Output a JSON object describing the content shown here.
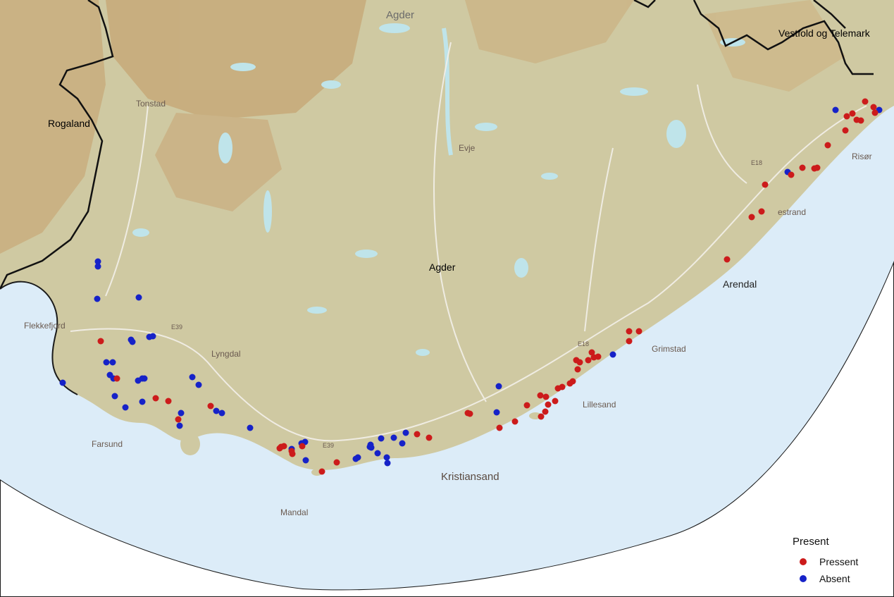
{
  "map": {
    "colors": {
      "sea": "#dcecf8",
      "land": "#cfc8a0",
      "highland": "#c9ad7c",
      "border": "#111111",
      "coast_line": "#1a1a1a"
    },
    "labels": {
      "agder_top": "Agder",
      "vestfold": "Vestfold og Telemark",
      "rogaland": "Rogaland",
      "tonstad": "Tonstad",
      "evje": "Evje",
      "agder_center": "Agder",
      "risor": "Risør",
      "estrand": "estrand",
      "arendal": "Arendal",
      "flekkefjord": "Flekkefjord",
      "lyngdal": "Lyngdal",
      "grimstad": "Grimstad",
      "lillesand": "Lillesand",
      "farsund": "Farsund",
      "kristiansand": "Kristiansand",
      "mandal": "Mandal",
      "road_e39_a": "E39",
      "road_e39_b": "E39",
      "road_e18_a": "E18",
      "road_e18_b": "E18"
    },
    "legend": {
      "title": "Present",
      "items": [
        {
          "label": "Pressent",
          "color": "#cc1b1b"
        },
        {
          "label": "Absent",
          "color": "#1622c8"
        }
      ]
    },
    "observations": {
      "present_color": "#cc1b1b",
      "absent_color": "#1622c8"
    }
  }
}
